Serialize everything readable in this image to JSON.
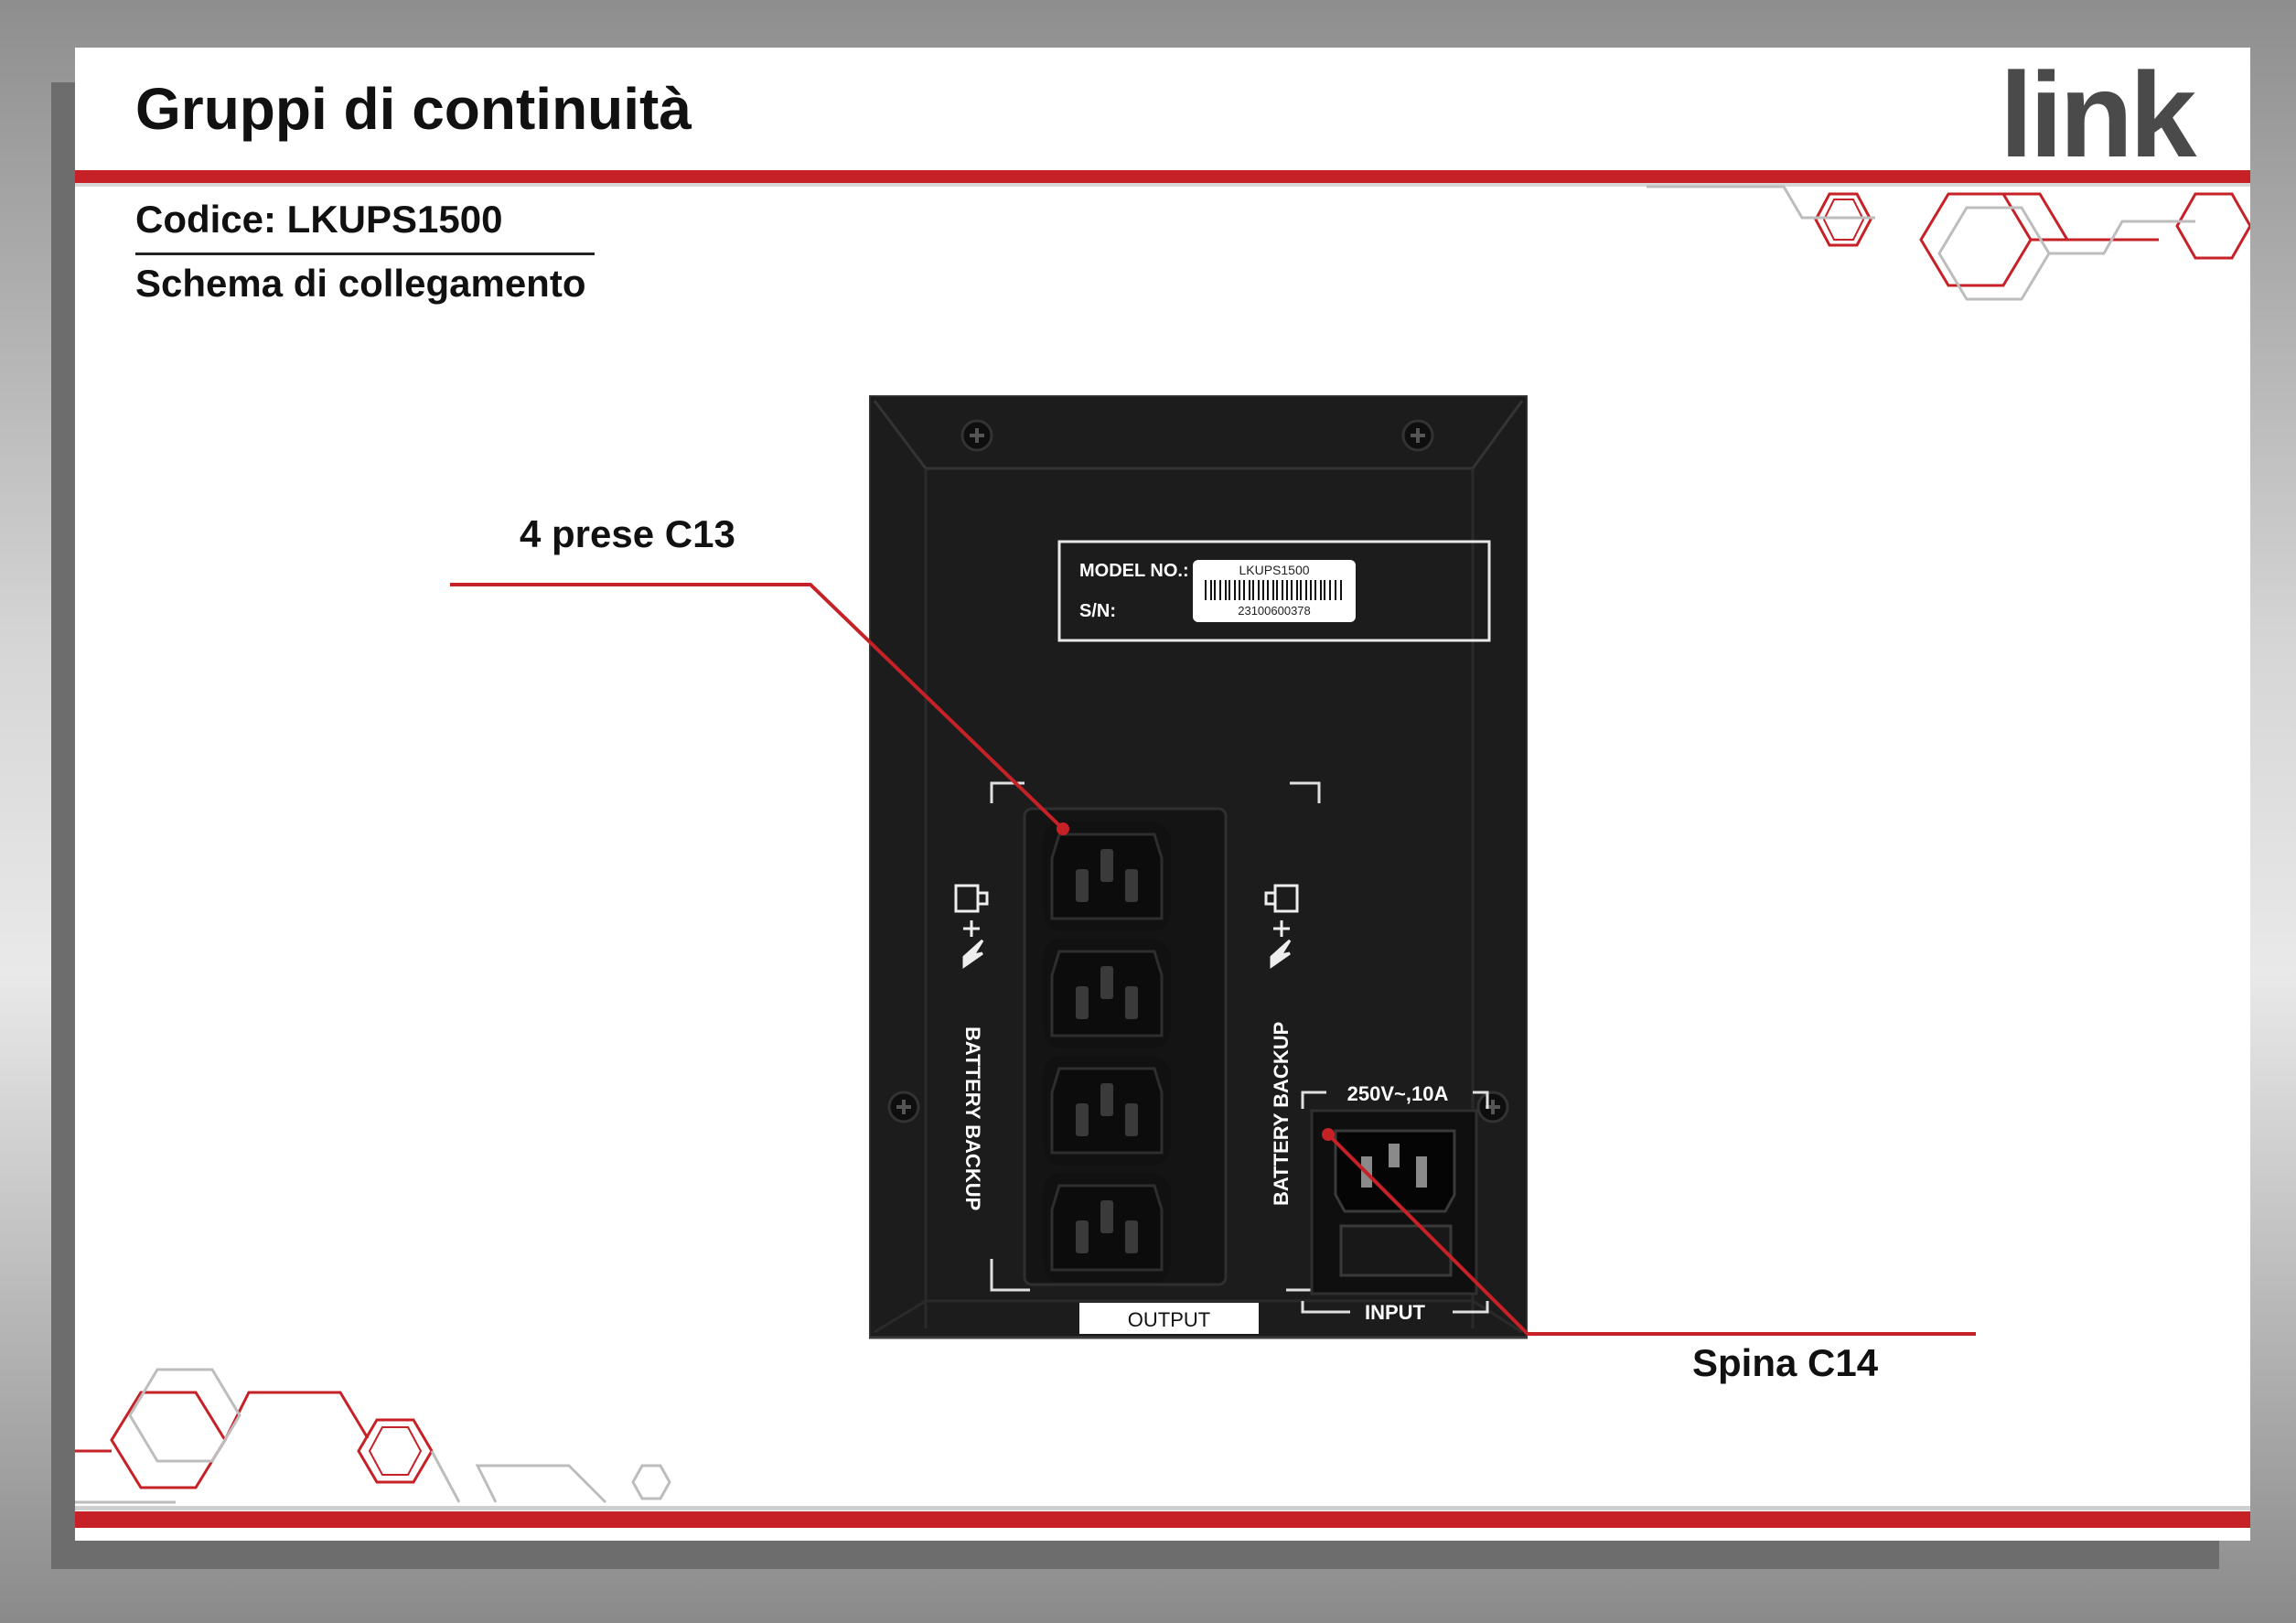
{
  "header": {
    "title": "Gruppi di continuità",
    "brand": "link"
  },
  "subheader": {
    "code": "Codice: LKUPS1500",
    "section": "Schema di collegamento"
  },
  "callouts": {
    "outlets": "4 prese C13",
    "inlet": "Spina C14"
  },
  "device": {
    "model_label": "MODEL NO.:",
    "model_value": "LKUPS1500",
    "serial_label": "S/N:",
    "serial_value": "23100600378",
    "backup_label": "BATTERY BACKUP",
    "output_label": "OUTPUT",
    "input_label": "INPUT",
    "rating": "250V~,10A"
  },
  "colors": {
    "accent_red": "#c62127",
    "device_body": "#1a1a1a"
  }
}
